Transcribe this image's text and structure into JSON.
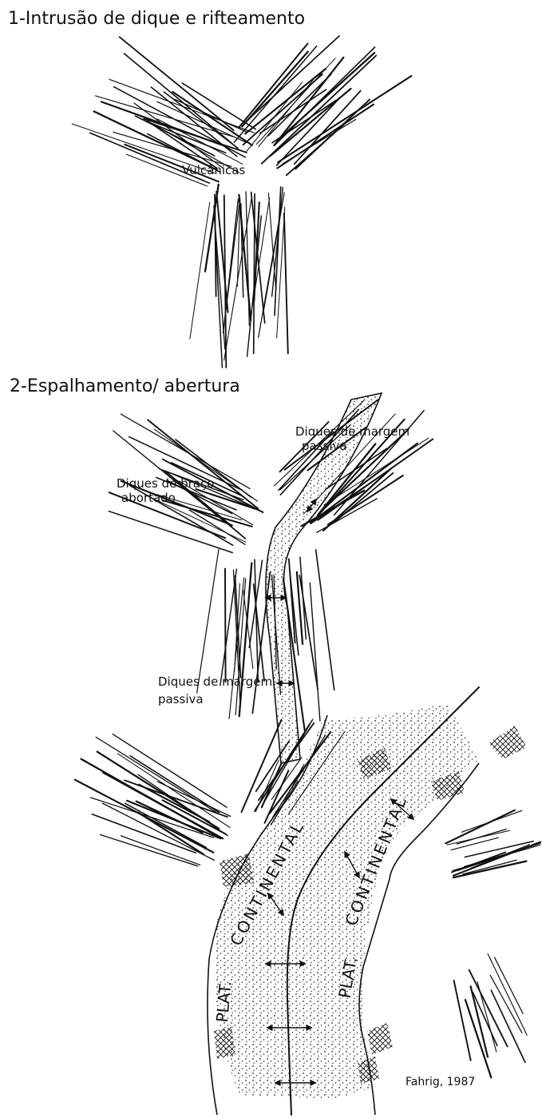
{
  "figure": {
    "panel1": {
      "heading": "1-Intrusão de dique e rifteamento",
      "labels": {
        "volcanics": "Vulcânicas"
      }
    },
    "panel2": {
      "heading": "2-Espalhamento/ abertura",
      "labels": {
        "failed_arm_line1": "Diques de braço",
        "failed_arm_line2": "abortado",
        "passive_upper_line1": "Diques de margem",
        "passive_upper_line2": "passiva",
        "passive_lower_line1": "Diques de margem",
        "passive_lower_line2": "passiva"
      }
    },
    "panel3": {
      "labels": {
        "shelf_left_a": "PLAT.",
        "shelf_left_b": "CONTINENTAL",
        "shelf_right_a": "PLAT.",
        "shelf_right_b": "CONTINENTAL"
      }
    },
    "credit": "Fahrig, 1987"
  }
}
